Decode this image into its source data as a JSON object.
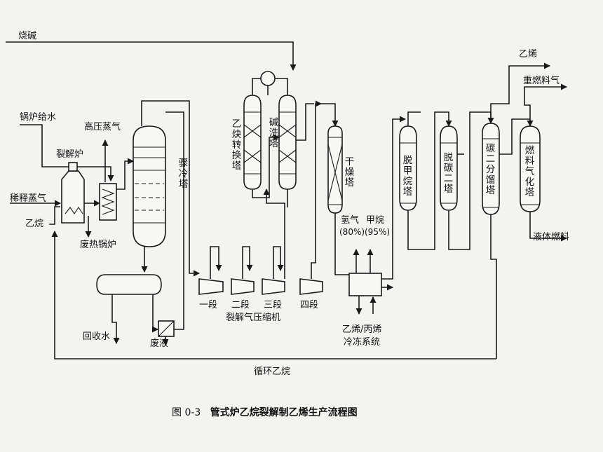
{
  "figure": {
    "number": "图 0-3",
    "title": "管式炉乙烷裂解制乙烯生产流程图"
  },
  "streams": {
    "caustic_in": "烧碱",
    "boiler_feed_water": "锅炉给水",
    "hp_steam": "高压蒸气",
    "dilution_steam": "稀释蒸气",
    "ethane_feed": "乙烷",
    "recovered_water": "回收水",
    "waste_liquid": "废液",
    "recycle_ethane": "循环乙烷",
    "hydrogen": "氢气",
    "hydrogen_purity": "(80%)",
    "methane": "甲烷",
    "methane_purity": "(95%)",
    "ethylene_product": "乙烯",
    "heavy_fuel": "重燃料气",
    "liquid_fuel": "液体燃料"
  },
  "equipment": {
    "cracking_furnace": "裂解炉",
    "waste_heat_boiler": "废热锅炉",
    "quench_tower": "骤冷塔",
    "acetylene_converter": "乙炔转换塔",
    "caustic_wash_tower": "碱洗塔",
    "dryer": "干燥塔",
    "demethanizer": "脱甲烷塔",
    "decarbonizer": "脱碳二塔",
    "c2_splitter": "碳二分馏塔",
    "fuel_gasifier": "燃料气化塔",
    "compressor_name": "裂解气压缩机",
    "compressor_stages": [
      "一段",
      "二段",
      "三段",
      "四段"
    ],
    "refrigeration_system_line1": "乙烯/丙烯",
    "refrigeration_system_line2": "冷冻系统"
  }
}
